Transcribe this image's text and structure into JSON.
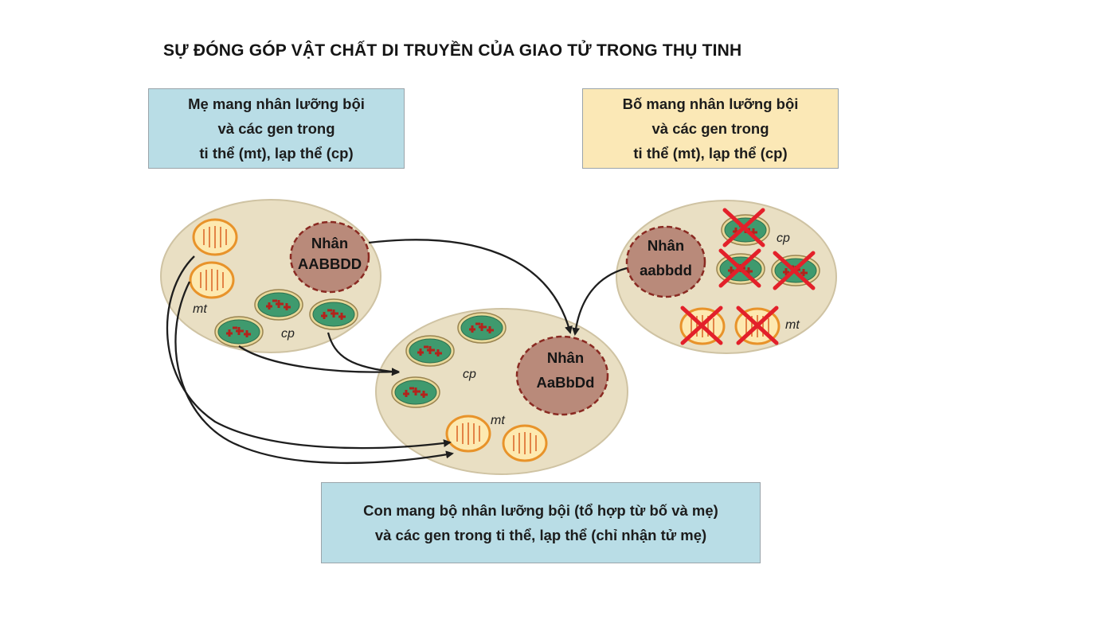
{
  "title": "SỰ ĐÓNG GÓP VẬT CHẤT DI TRUYỀN CỦA GIAO TỬ TRONG THỤ TINH",
  "mother_box": {
    "lines": [
      "Mẹ mang nhân lưỡng bội",
      "và các gen trong",
      "ti thể (mt), lạp thể (cp)"
    ]
  },
  "father_box": {
    "lines": [
      "Bố mang nhân lưỡng bội",
      "và các gen trong",
      "ti thể (mt), lạp thể (cp)"
    ]
  },
  "child_box": {
    "lines": [
      "Con mang bộ nhân lưỡng bội (tổ hợp từ bố và mẹ)",
      "và các gen trong ti thể, lạp thể (chỉ nhận tử mẹ)"
    ]
  },
  "mother_cell": {
    "nucleus_label": "Nhân",
    "genotype": "AABBDD",
    "mt_label": "mt",
    "cp_label": "cp"
  },
  "father_cell": {
    "nucleus_label": "Nhân",
    "genotype": "aabbdd",
    "mt_label": "mt",
    "cp_label": "cp"
  },
  "child_cell": {
    "nucleus_label": "Nhân",
    "genotype": "AaBbDd",
    "mt_label": "mt",
    "cp_label": "cp"
  },
  "colors": {
    "mother_box": "#b9dde6",
    "father_box": "#fbe8b6",
    "cell": "#e9dfc3",
    "nucleus": "#b98a7a",
    "nucleus_border": "#8a2a22",
    "chloroplast": "#3f9a6e",
    "mitochondrion": "#fbe7b0",
    "cross": "#e3202a"
  }
}
